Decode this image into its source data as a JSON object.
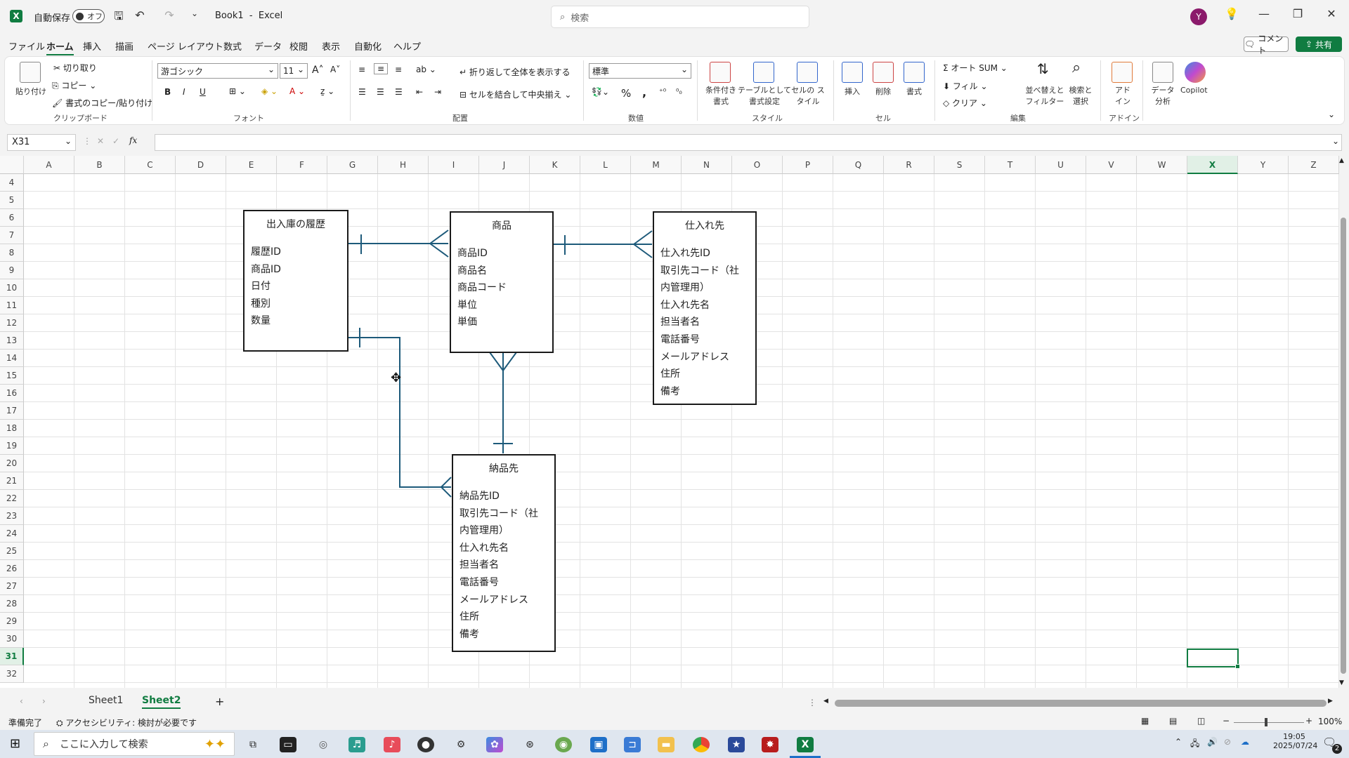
{
  "titlebar": {
    "autosave": "自動保存",
    "autosave_state": "オフ",
    "filename": "Book1",
    "separator": "-",
    "app": "Excel",
    "search_placeholder": "検索",
    "avatar": "Y"
  },
  "menu": [
    "ファイル",
    "ホーム",
    "挿入",
    "描画",
    "ページ レイアウト",
    "数式",
    "データ",
    "校閲",
    "表示",
    "自動化",
    "ヘルプ"
  ],
  "menu_active": "ホーム",
  "comment_btn": "コメント",
  "share_btn": "共有",
  "ribbon": {
    "clipboard": {
      "paste": "貼り付け",
      "cut": "切り取り",
      "copy": "コピー",
      "format_painter": "書式のコピー/貼り付け",
      "label": "クリップボード"
    },
    "font": {
      "name": "游ゴシック",
      "size": "11",
      "label": "フォント",
      "bold": "B",
      "italic": "I",
      "underline": "U"
    },
    "align": {
      "wrap": "折り返して全体を表示する",
      "merge": "セルを結合して中央揃え",
      "label": "配置"
    },
    "number": {
      "format": "標準",
      "label": "数値",
      "percent": "%",
      "comma": ","
    },
    "styles": {
      "cond": "条件付き 書式",
      "table": "テーブルとして 書式設定",
      "cell": "セルの スタイル",
      "label": "スタイル"
    },
    "cells": {
      "insert": "挿入",
      "delete": "削除",
      "format": "書式",
      "label": "セル"
    },
    "editing": {
      "autosum": "オート SUM",
      "fill": "フィル",
      "clear": "クリア",
      "sort": "並べ替えと フィルター",
      "find": "検索と 選択",
      "label": "編集"
    },
    "addins": {
      "addin": "アド イン",
      "label": "アドイン"
    },
    "analyze": "データ 分析",
    "copilot": "Copilot"
  },
  "namebox": "X31",
  "fx": "fx",
  "columns": [
    "A",
    "B",
    "C",
    "D",
    "E",
    "F",
    "G",
    "H",
    "I",
    "J",
    "K",
    "L",
    "M",
    "N",
    "O",
    "P",
    "Q",
    "R",
    "S",
    "T",
    "U",
    "V",
    "W",
    "X",
    "Y",
    "Z"
  ],
  "rows": [
    "4",
    "5",
    "6",
    "7",
    "8",
    "9",
    "10",
    "11",
    "12",
    "13",
    "14",
    "15",
    "16",
    "17",
    "18",
    "19",
    "20",
    "21",
    "22",
    "23",
    "24",
    "25",
    "26",
    "27",
    "28",
    "29",
    "30",
    "31",
    "32"
  ],
  "selected_col": "X",
  "selected_row": "31",
  "entities": [
    {
      "title": "出入庫の履歴",
      "fields": [
        "履歴ID",
        "商品ID",
        "日付",
        "種別",
        "数量"
      ]
    },
    {
      "title": "商品",
      "fields": [
        "商品ID",
        "商品名",
        "商品コード",
        "単位",
        "単価"
      ]
    },
    {
      "title": "仕入れ先",
      "fields": [
        "仕入れ先ID",
        "取引先コード（社",
        "内管理用）",
        "仕入れ先名",
        "担当者名",
        "電話番号",
        "メールアドレス",
        "住所",
        "備考"
      ]
    },
    {
      "title": "納品先",
      "fields": [
        "納品先ID",
        "取引先コード（社",
        "内管理用）",
        "仕入れ先名",
        "担当者名",
        "電話番号",
        "メールアドレス",
        "住所",
        "備考"
      ]
    }
  ],
  "sheets": [
    "Sheet1",
    "Sheet2"
  ],
  "active_sheet": "Sheet2",
  "status": {
    "ready": "準備完了",
    "accessibility": "アクセシビリティ: 検討が必要です",
    "zoom": "100%"
  },
  "taskbar": {
    "search": "ここに入力して検索",
    "time": "19:05",
    "date": "2025/07/24",
    "notif": "2"
  }
}
